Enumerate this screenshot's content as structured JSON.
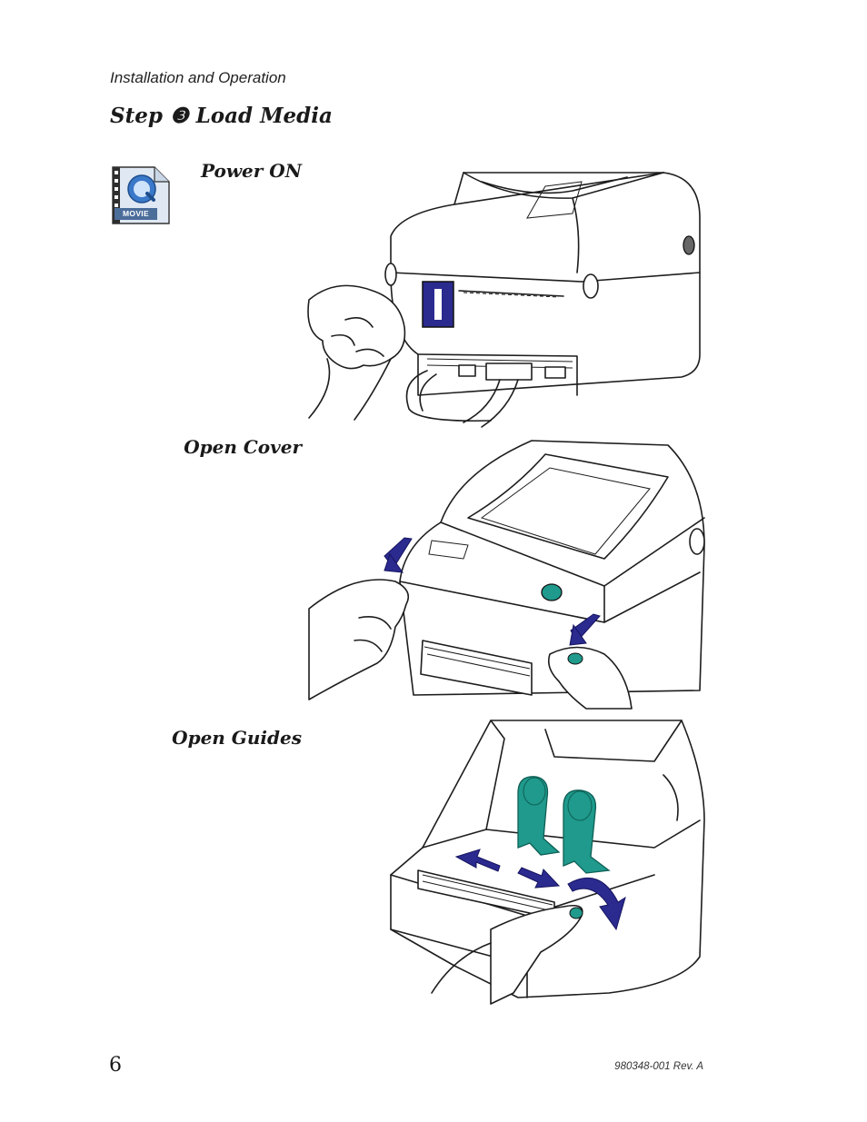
{
  "header": {
    "section": "Installation and Operation"
  },
  "step": {
    "title": "Step ❸ Load Media"
  },
  "movie_icon": {
    "label": "MOVIE",
    "icon": "quicktime-movie-icon"
  },
  "figures": [
    {
      "caption": "Power ON",
      "switch_label": "I"
    },
    {
      "caption": "Open Cover"
    },
    {
      "caption": "Open Guides"
    }
  ],
  "footer": {
    "page_number": "6",
    "doc_id": "980348-001 Rev. A"
  },
  "colors": {
    "arrow": "#2b2a8f",
    "guide": "#1f9a8c",
    "switch": "#2b2a8f"
  }
}
